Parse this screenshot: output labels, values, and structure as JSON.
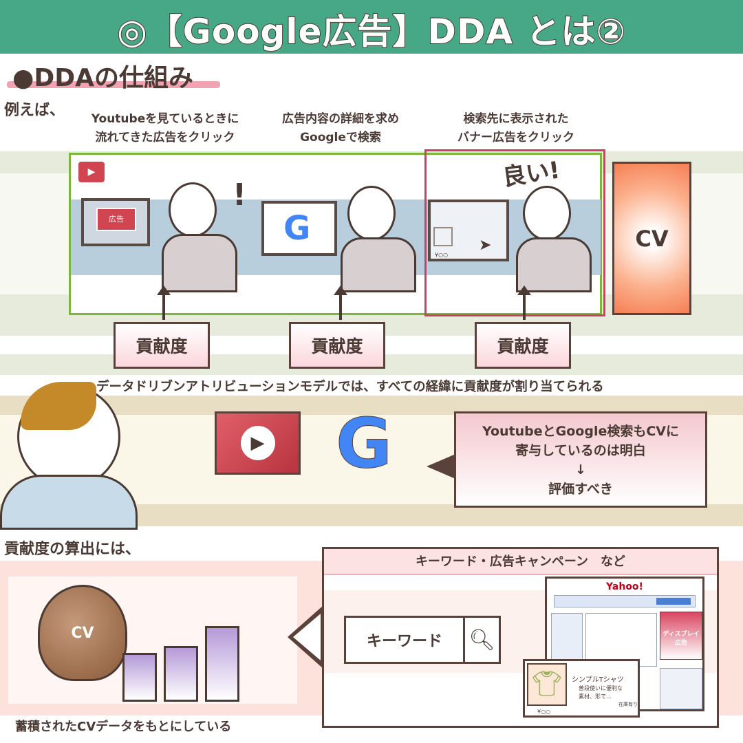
{
  "header": {
    "title": "◎【Google広告】DDA とは②"
  },
  "section": {
    "subtitle": "●DDAの仕組み",
    "example_label": "例えば、"
  },
  "steps": [
    {
      "caption_line1": "Youtubeを見ているときに",
      "caption_line2": "流れてきた広告をクリック",
      "screen_text": "広告",
      "badge": "貢献度"
    },
    {
      "caption_line1": "広告内容の詳細を求め",
      "caption_line2": "Googleで検索",
      "screen_text": "G",
      "badge": "貢献度"
    },
    {
      "caption_line1": "検索先に表示された",
      "caption_line2": "バナー広告をクリック",
      "exclaim": "良い!",
      "screen_price": "¥○○",
      "badge": "貢献度"
    }
  ],
  "cv_label": "CV",
  "statement": "データドリブンアトリビューションモデルでは、すべての経緯に貢献度が割り当てられる",
  "bubble": {
    "line1": "YoutubeとGoogle検索もCVに",
    "line2": "寄与しているのは明白",
    "arrow": "↓",
    "line3": "評価すべき"
  },
  "calc": {
    "label": "貢献度の算出には、",
    "bag_label": "CV",
    "bar_levels": [
      0.55,
      0.62,
      0.85
    ],
    "caption": "蓄積されたCVデータをもとにしている",
    "source_title": "キーワード・広告キャンペーン　など",
    "keyword_box": "キーワード",
    "yahoo": {
      "logo": "Yahoo!",
      "display_ad": "ディスプレイ広告"
    },
    "product": {
      "name": "シンプルTシャツ",
      "desc1": "普段使いに便利な",
      "desc2": "素材、形で…",
      "stock": "在庫有り",
      "price": "¥○○"
    }
  },
  "colors": {
    "header": "#47a887",
    "panel_border": "#7ab83a",
    "highlight_border": "#d63a68",
    "youtube": "#d0454f"
  }
}
